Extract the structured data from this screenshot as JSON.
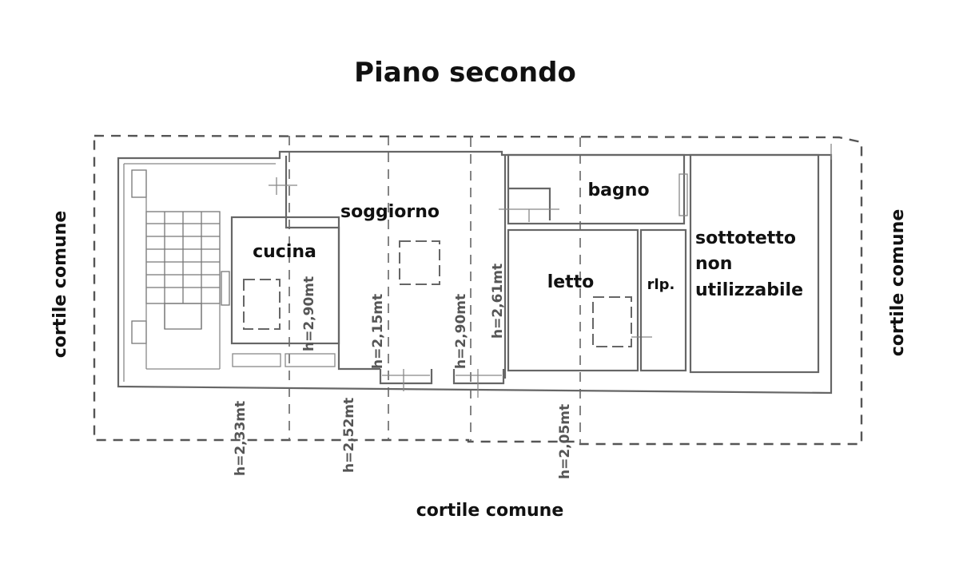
{
  "title": "Piano secondo",
  "surroundings": {
    "left": "cortile comune",
    "right": "cortile comune",
    "bottom": "cortile comune"
  },
  "rooms": {
    "cucina": "cucina",
    "soggiorno": "soggiorno",
    "bagno": "bagno",
    "letto": "letto",
    "ripostiglio": "rlp.",
    "sottotetto_line1": "sottotetto",
    "sottotetto_line2": "non",
    "sottotetto_line3": "utilizzabile"
  },
  "heights": {
    "cucina": "h=2,90mt",
    "soggiorno_left": "h=2,15mt",
    "soggiorno_right": "h=2,90mt",
    "letto": "h=2,61mt",
    "below_1": "h=2,33mt",
    "below_2": "h=2,52mt",
    "below_3": "h=2,05mt"
  }
}
